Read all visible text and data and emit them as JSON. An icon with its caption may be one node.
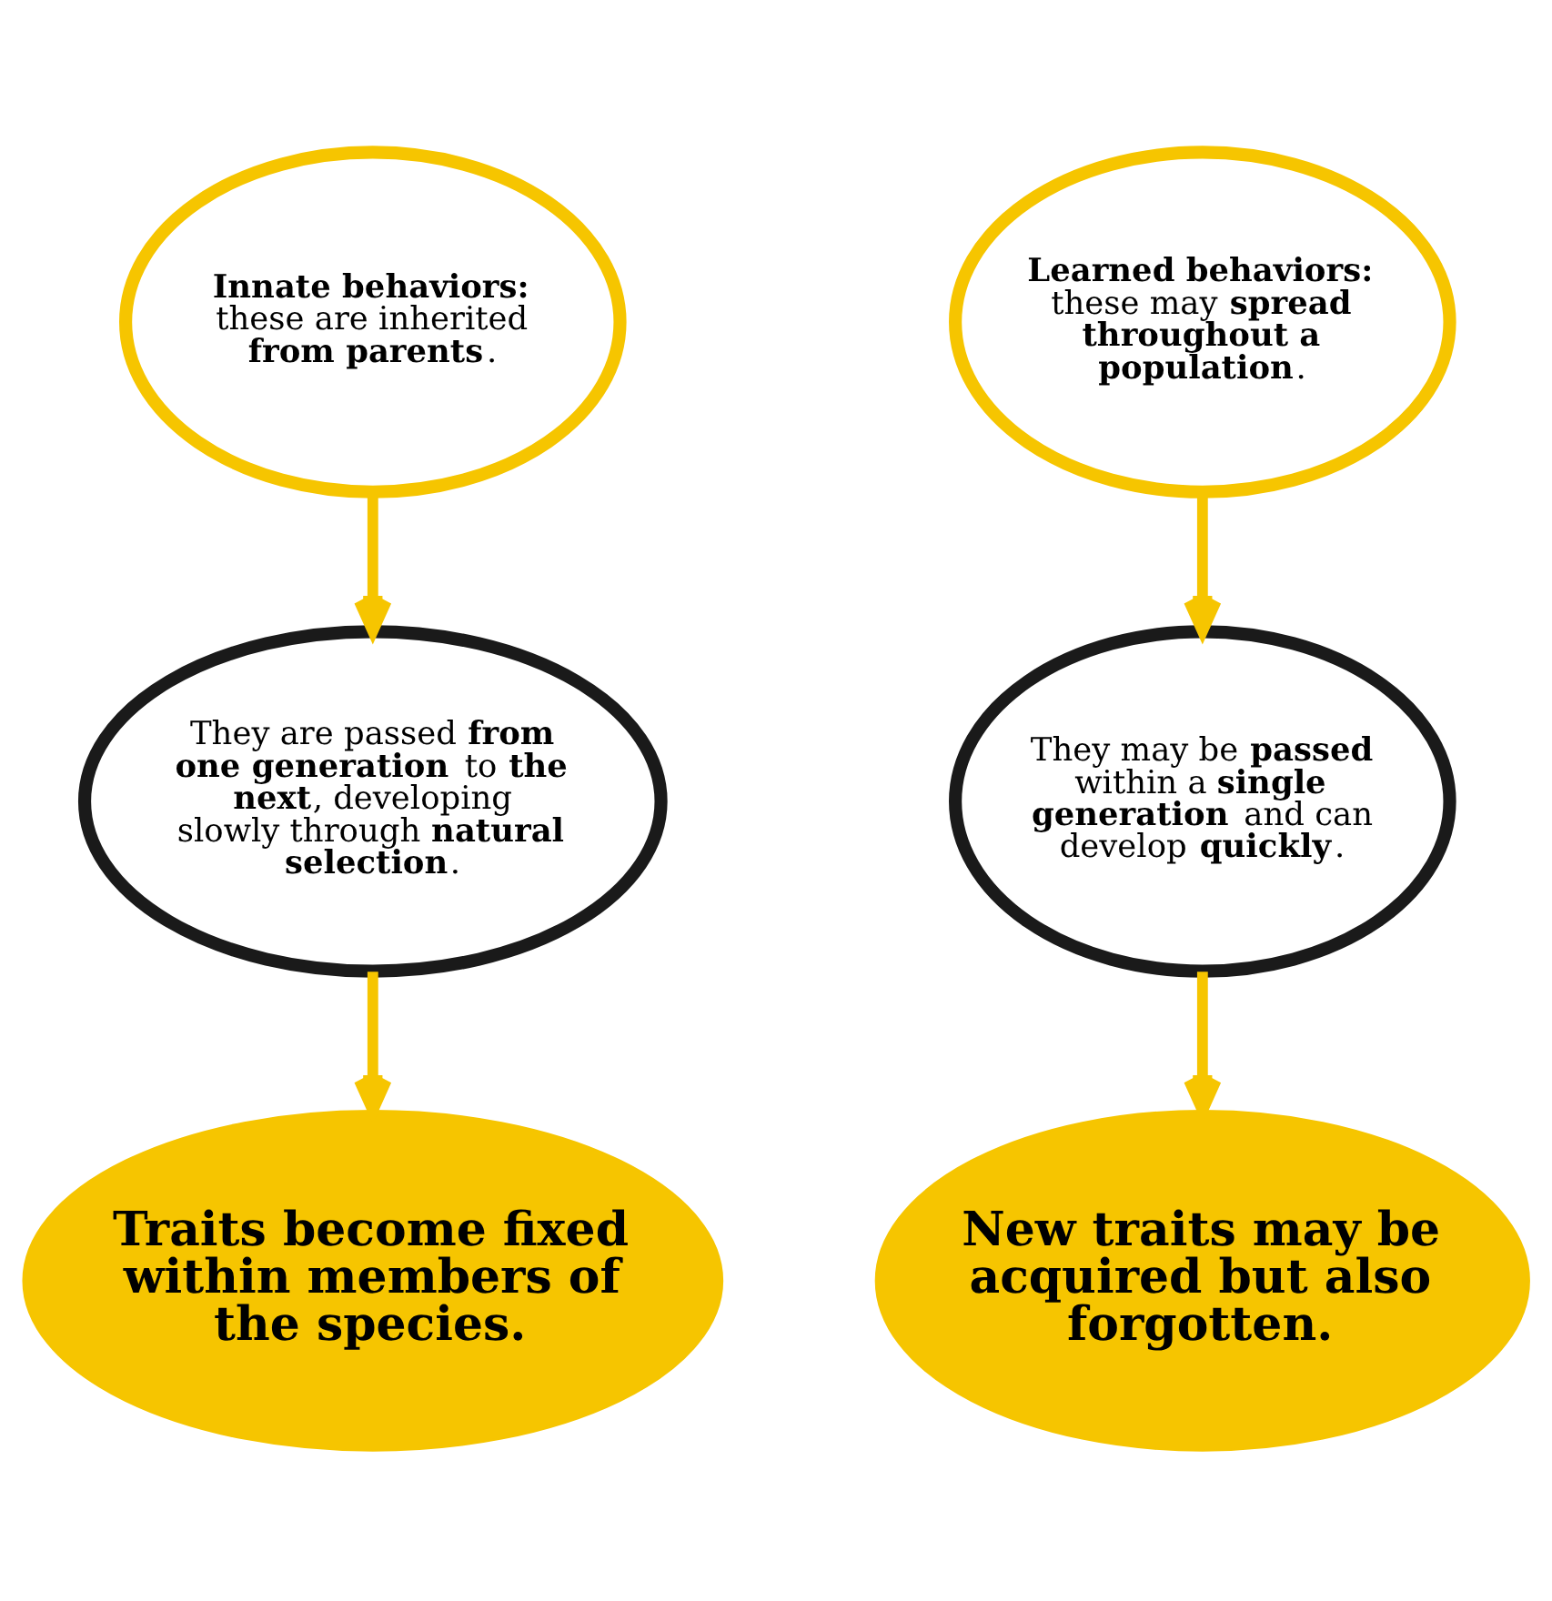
{
  "diagram": {
    "nodes": [
      {
        "text": [
          "**Innate behaviors:** these are inherited **from parents**."
        ]
      },
      {
        "text": [
          "**Learned behaviors:** these may **spread throughout a population**."
        ]
      },
      {
        "text": [
          "They are passed **from one generation** to **the next**, developing slowly through **natural selection**."
        ]
      },
      {
        "text": [
          "They may be **passed** within a **single generation** and can develop **quickly**."
        ]
      },
      {
        "text": [
          "Traits become fixed within members of the species."
        ]
      },
      {
        "text": [
          "New traits may be acquired but also forgotten."
        ]
      }
    ],
    "edges": [
      {
        "from": 0,
        "to": 2,
        "arrow": "to"
      },
      {
        "from": 2,
        "to": 4,
        "arrow": "to"
      },
      {
        "from": 1,
        "to": 3,
        "arrow": "to"
      },
      {
        "from": 3,
        "to": 5,
        "arrow": "to"
      }
    ]
  }
}
